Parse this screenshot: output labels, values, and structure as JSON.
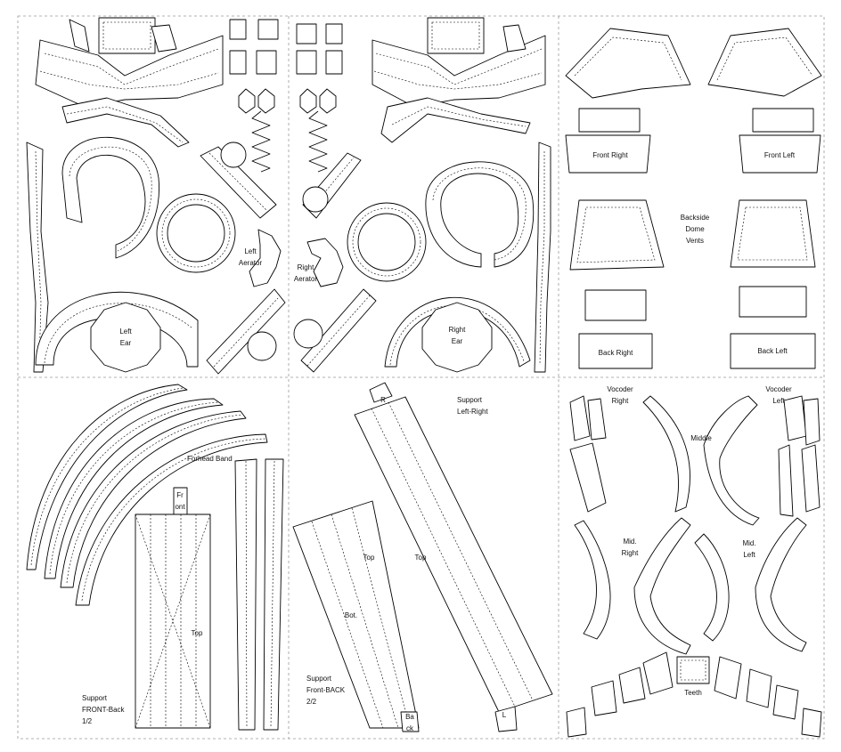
{
  "sheet": {
    "labels": {
      "left_aerator": [
        "Left",
        "Aerator"
      ],
      "right_aerator": [
        "Right",
        "Aerator"
      ],
      "left_ear": [
        "Left",
        "Ear"
      ],
      "right_ear": [
        "Right",
        "Ear"
      ],
      "front_right": "Front Right",
      "front_left": "Front Left",
      "backside_dome_vents": [
        "Backside",
        "Dome",
        "Vents"
      ],
      "back_right": "Back Right",
      "back_left": "Back Left",
      "forhead_band": "Forhead Band",
      "front_tab": [
        "Fr",
        "ont"
      ],
      "top_a": "Top",
      "support_front_back_1": [
        "Support",
        "FRONT-Back",
        "1/2"
      ],
      "top_b": "Top",
      "top_c": "Top",
      "bot": "Bot.",
      "r": "R",
      "l": "L",
      "ba_ck": [
        "Ba",
        "ck"
      ],
      "support_left_right": [
        "Support",
        "Left-Right"
      ],
      "support_front_back_2": [
        "Support",
        "Front-BACK",
        "2/2"
      ],
      "vocoder_right": [
        "Vocoder",
        "Right"
      ],
      "vocoder_left": [
        "Vocoder",
        "Left"
      ],
      "middle": "Middle",
      "mid_right": [
        "Mid.",
        "Right"
      ],
      "mid_left": [
        "Mid.",
        "Left"
      ],
      "teeth": "Teeth"
    }
  }
}
